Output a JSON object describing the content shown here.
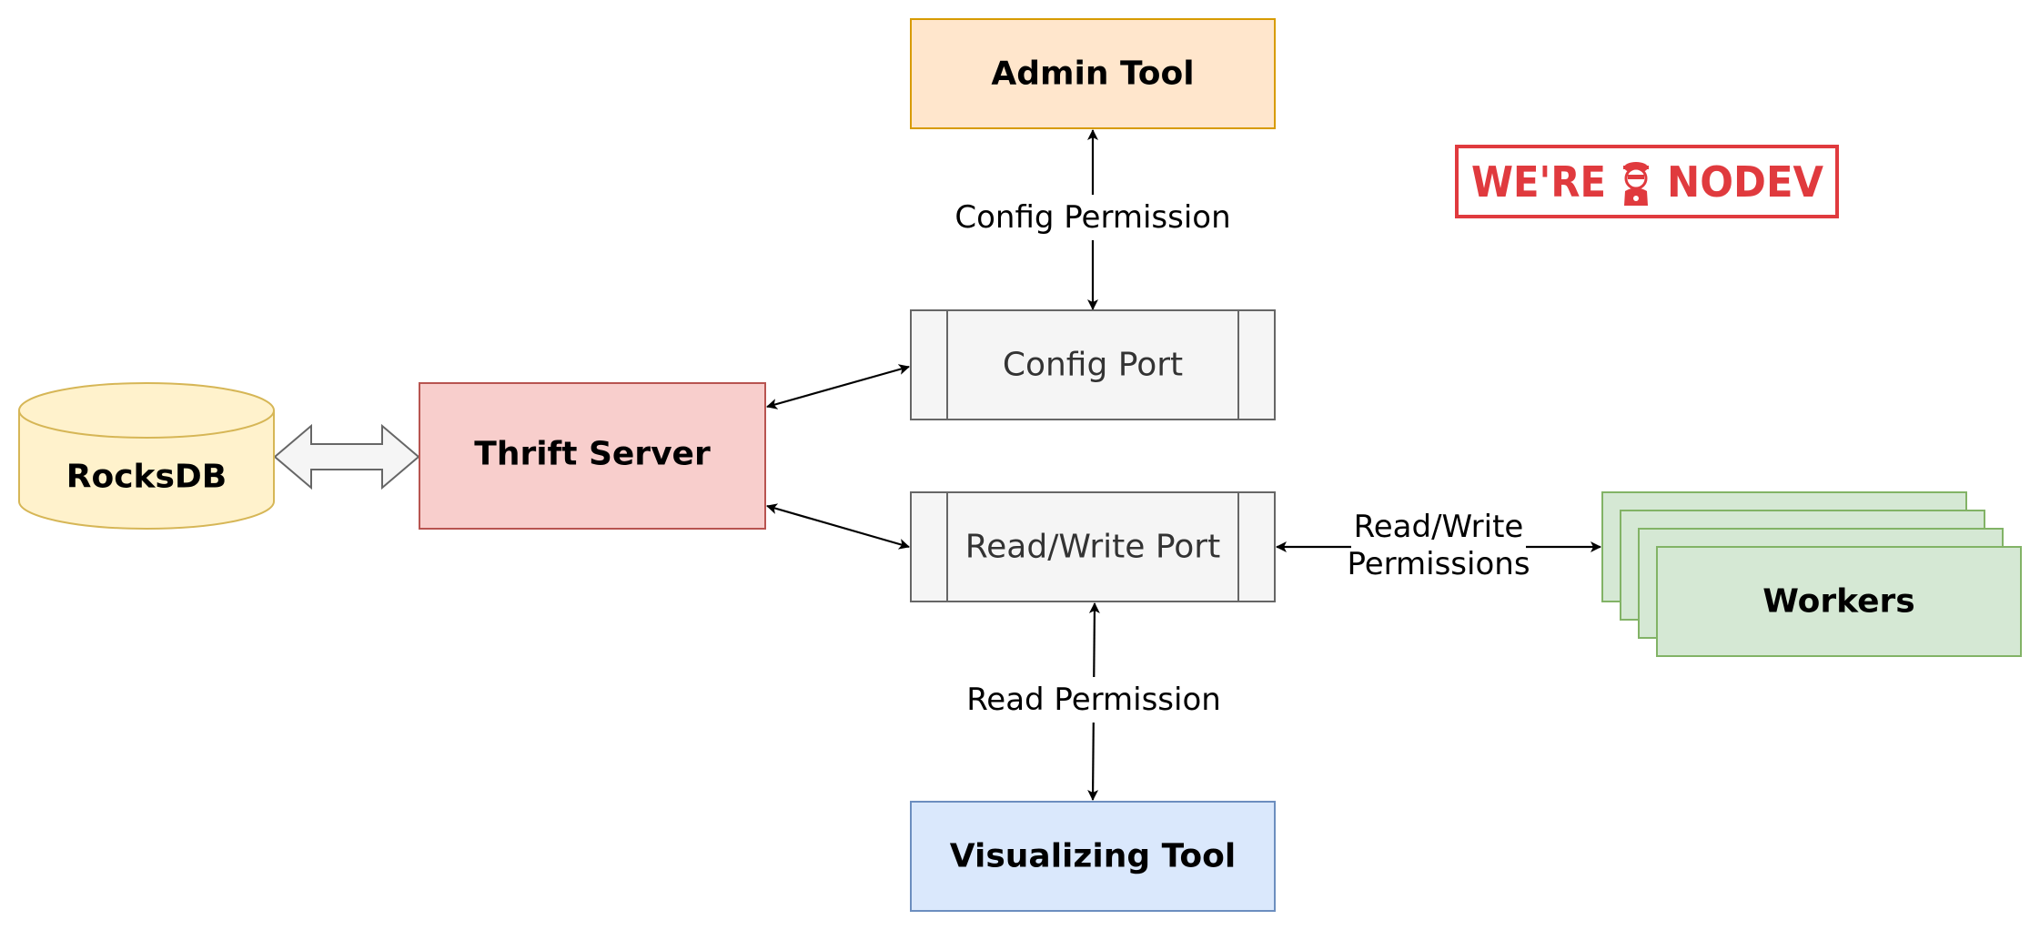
{
  "nodes": {
    "admin_tool": "Admin Tool",
    "config_port": "Config Port",
    "read_write_port": "Read/Write Port",
    "thrift_server": "Thrift Server",
    "rocksdb": "RocksDB",
    "workers": "Workers",
    "visualizing_tool": "Visualizing Tool"
  },
  "edges": {
    "config_permission": "Config Permission",
    "read_write_permissions_line1": "Read/Write",
    "read_write_permissions_line2": "Permissions",
    "read_permission": "Read Permission"
  },
  "logo": {
    "left_text": "WE'RE",
    "right_text": "NODEV"
  },
  "colors": {
    "admin_fill": "#ffe6cc",
    "admin_stroke": "#d79b00",
    "port_fill": "#f5f5f5",
    "port_stroke": "#666666",
    "thrift_fill": "#f8cecc",
    "thrift_stroke": "#b85450",
    "rocksdb_fill": "#fff2cc",
    "rocksdb_stroke": "#d6b656",
    "workers_fill": "#d5e8d4",
    "workers_stroke": "#82b366",
    "visualizing_fill": "#dae8fc",
    "visualizing_stroke": "#6c8ebf",
    "logo_red": "#e03a3e",
    "edge": "#000000"
  }
}
